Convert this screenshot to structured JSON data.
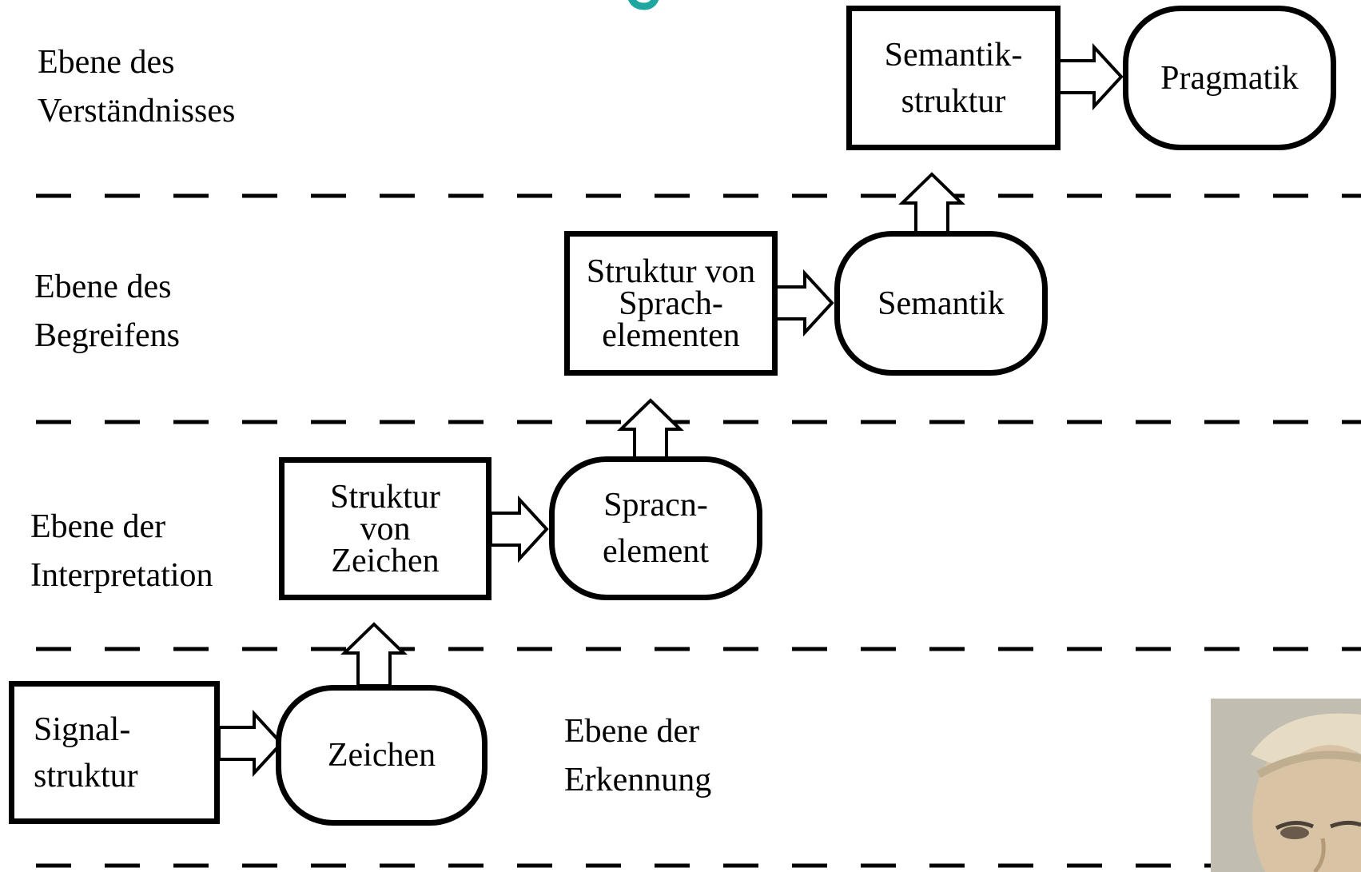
{
  "levels": {
    "verstaendnis": [
      "Ebene des",
      "Verständnisses"
    ],
    "begreifen": [
      "Ebene des",
      "Begreifens"
    ],
    "interpretation": [
      "Ebene der",
      "Interpretation"
    ],
    "erkennung": [
      "Ebene der",
      "Erkennung"
    ]
  },
  "nodes": {
    "signalstruktur": [
      "Signal-",
      "struktur"
    ],
    "zeichen": [
      "Zeichen"
    ],
    "struktur_von_zeichen": [
      "Struktur",
      "von",
      "Zeichen"
    ],
    "sprachelement": [
      "Spracn-",
      "element"
    ],
    "struktur_von_sprachelementen": [
      "Struktur von",
      "Sprach-",
      "elementen"
    ],
    "semantik": [
      "Semantik"
    ],
    "semantikstruktur": [
      "Semantik-",
      "struktur"
    ],
    "pragmatik": [
      "Pragmatik"
    ]
  },
  "colors": {
    "line": "#000000",
    "heading_accent": "#1fa6a0"
  },
  "icons": {
    "arrow": "hollow-double-arrow",
    "photo": "portrait-photo"
  }
}
